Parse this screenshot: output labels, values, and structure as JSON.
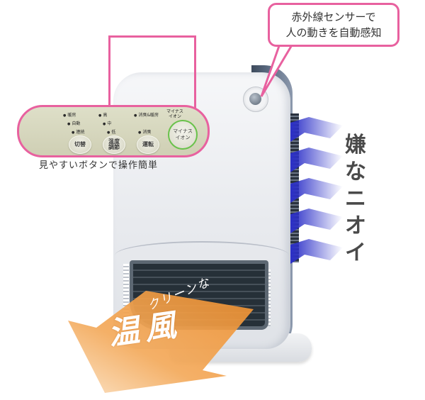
{
  "sensor_callout": {
    "line1": "赤外線センサーで",
    "line2": "人の動きを自動感知"
  },
  "control_panel": {
    "indicators": {
      "col1": [
        "暖房",
        "自動",
        "連続"
      ],
      "col2": [
        "高",
        "中",
        "低"
      ],
      "col3": [
        "消臭&暖房",
        "消臭"
      ],
      "ion": "マイナスイオン"
    },
    "buttons": {
      "switch": "切替",
      "temp_line1": "温度",
      "temp_line2": "調節",
      "run": "運転",
      "ion_line1": "マイナス",
      "ion_line2": "イオン"
    },
    "ion_indicator_line1": "マイナス",
    "ion_indicator_line2": "イオン",
    "caption": "見やすいボタンで操作簡単"
  },
  "odor_label": [
    "嫌",
    "な",
    "ニ",
    "オ",
    "イ"
  ],
  "warm_air": {
    "subtitle": "クリーンな",
    "title": "温風"
  },
  "colors": {
    "callout_border": "#e8619f",
    "ion_button_ring": "#69c24b",
    "odor_arrow": "#3b3fd0",
    "warm_arrow": "#f0a04a",
    "heater_accent": "#4a5a70"
  }
}
